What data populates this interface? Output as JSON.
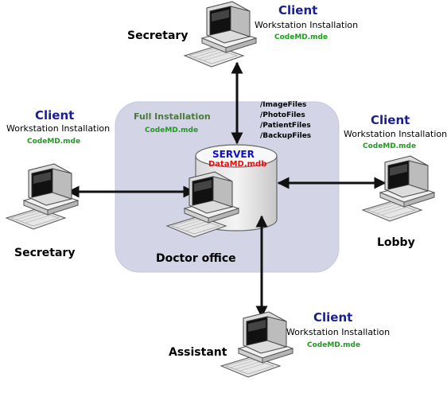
{
  "clients": [
    {
      "id": "top",
      "title": "Client",
      "install": "Workstation Installation",
      "file": "CodeMD.mde",
      "location": "Secretary"
    },
    {
      "id": "left",
      "title": "Client",
      "install": "Workstation Installation",
      "file": "CodeMD.mde",
      "location": "Secretary"
    },
    {
      "id": "right",
      "title": "Client",
      "install": "Workstation Installation",
      "file": "CodeMD.mde",
      "location": "Lobby"
    },
    {
      "id": "bottom",
      "title": "Client",
      "install": "Workstation Installation",
      "file": "CodeMD.mde",
      "location": "Assistant"
    }
  ],
  "server": {
    "install": "Full Installation",
    "file": "CodeMD.mde",
    "title": "SERVER",
    "database": "DataMD.mdb",
    "folders": [
      "/ImageFiles",
      "/PhotoFiles",
      "/PatientFiles",
      "/BackupFiles"
    ],
    "location": "Doctor office"
  },
  "colors": {
    "client_title": "#1a1f8f",
    "file_green": "#1f9a1f",
    "server_title": "#1010c8",
    "database_red": "#e01010",
    "office_zone": "#d3d4e6"
  },
  "icons": [
    "workstation-icon",
    "database-cylinder-icon",
    "double-arrow-connector"
  ]
}
